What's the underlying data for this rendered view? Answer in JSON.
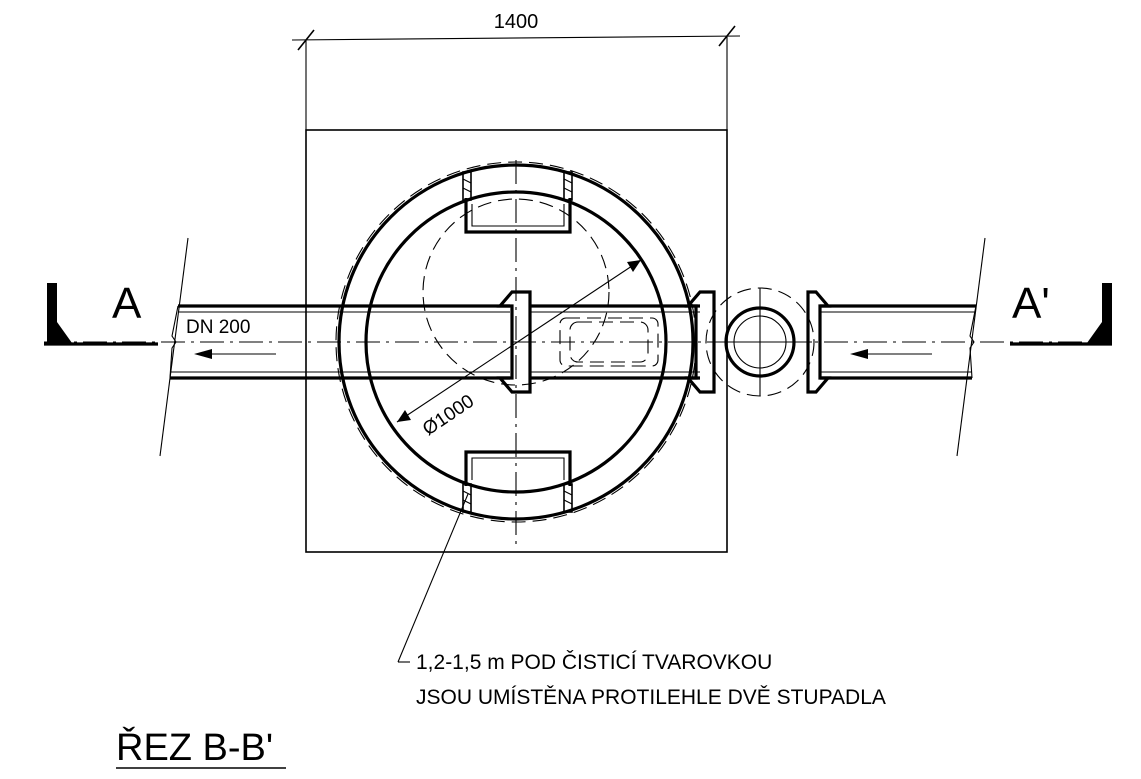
{
  "dimensions": {
    "width_label": "1400",
    "diameter_label": "Ø1000",
    "pipe_label": "DN 200"
  },
  "section_marks": {
    "left": "A",
    "right": "A'"
  },
  "note": {
    "line1": "1,2-1,5 m POD ČISTICÍ TVAROVKOU",
    "line2": "JSOU UMÍSTĚNA PROTILEHLE DVĚ STUPADLA"
  },
  "section_title": "ŘEZ B-B'"
}
